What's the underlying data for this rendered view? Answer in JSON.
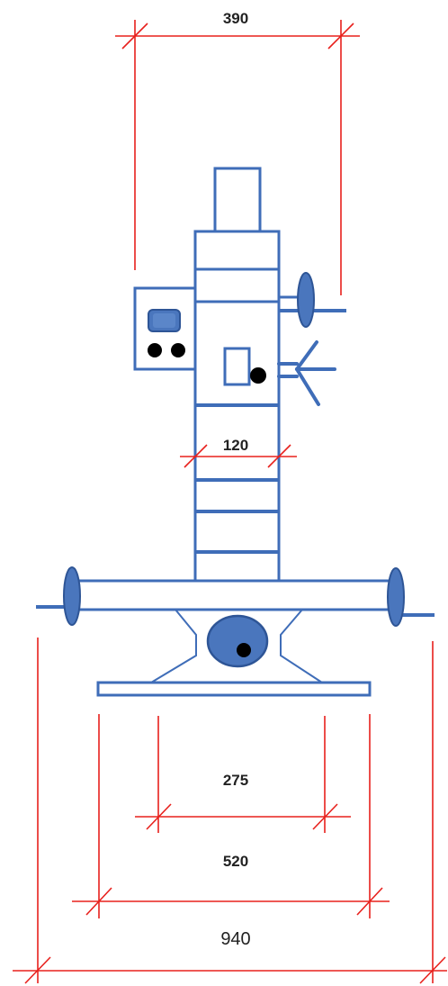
{
  "colors": {
    "dimension_line": "#e8201c",
    "machine_outline": "#3f6db8",
    "machine_fill_accent": "#4a76bd",
    "dot": "#000000",
    "label": "#222222"
  },
  "dimensions": {
    "top_width": "390",
    "column_width": "120",
    "inner_base": "275",
    "base_width": "520",
    "overall_width": "940"
  }
}
